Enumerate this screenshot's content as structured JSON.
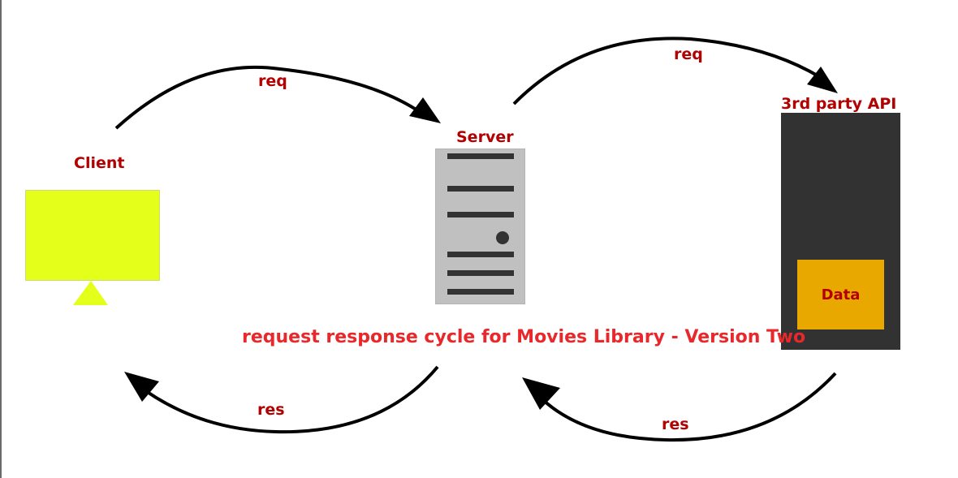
{
  "colors": {
    "label": "#b30000",
    "caption": "#e8282b",
    "client_screen": "#e4ff1a",
    "server_case": "#c0c0c0",
    "server_slot": "#333333",
    "api_panel": "#323232",
    "data_box": "#e8a800",
    "arrow": "#000000"
  },
  "icons": {
    "client": "monitor-icon",
    "server": "server-tower-icon"
  },
  "nodes": {
    "client": {
      "label": "Client"
    },
    "server": {
      "label": "Server"
    },
    "api": {
      "label": "3rd party API"
    },
    "data": {
      "label": "Data"
    }
  },
  "arrows": {
    "client_to_server": "req",
    "server_to_api": "req",
    "server_to_client": "res",
    "api_to_server": "res"
  },
  "caption": "request response cycle for Movies Library - Version Two"
}
